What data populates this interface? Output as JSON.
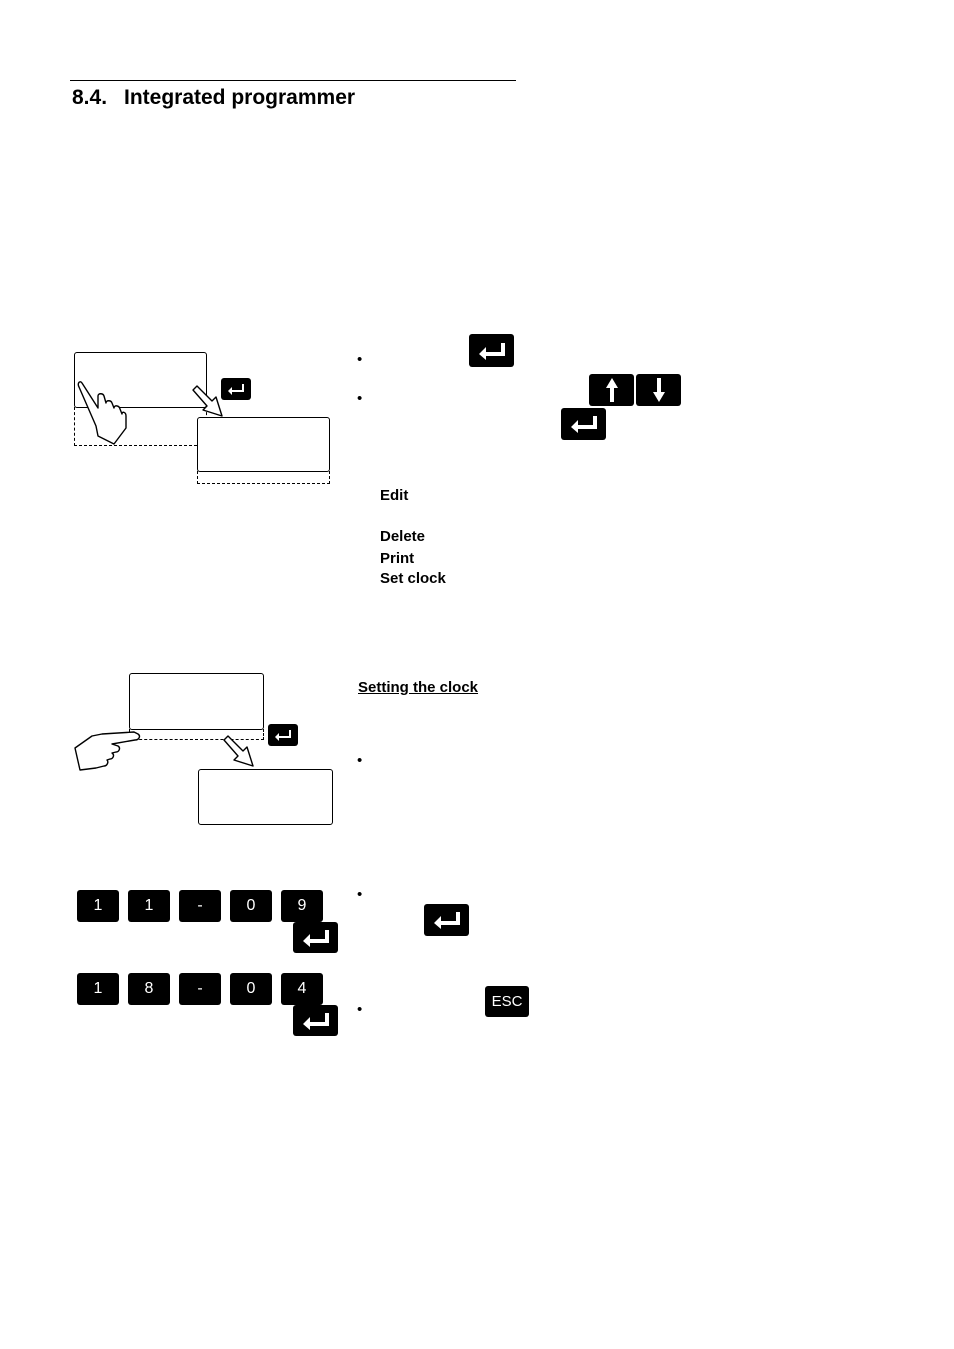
{
  "section": {
    "number": "8.4.",
    "title": "Integrated programmer"
  },
  "menu_items": [
    "Edit",
    "Delete",
    "Print",
    "Set clock"
  ],
  "setting_clock": {
    "heading": "Setting the clock"
  },
  "keys": {
    "date_sequence": [
      "1",
      "1",
      "-",
      "0",
      "9"
    ],
    "time_sequence": [
      "1",
      "8",
      "-",
      "0",
      "4"
    ],
    "esc_label": "ESC"
  },
  "icons": {
    "enter": "enter-key-icon",
    "up": "arrow-up-icon",
    "down": "arrow-down-icon",
    "hand": "pointing-hand-icon",
    "arrow": "outline-arrow-icon"
  },
  "colors": {
    "key_bg": "#000000",
    "key_fg": "#ffffff"
  }
}
